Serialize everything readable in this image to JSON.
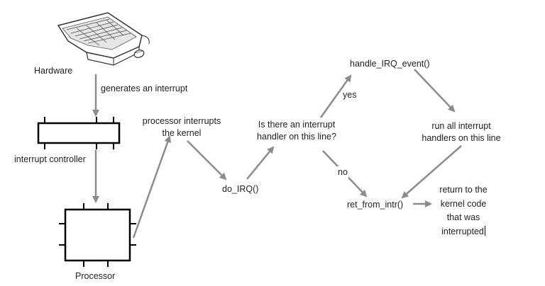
{
  "labels": {
    "hardware": "Hardware",
    "generates": "generates an interrupt",
    "interrupt_controller": "interrupt controller",
    "processor": "Processor",
    "processor_interrupts": [
      "processor interrupts",
      "the kernel"
    ],
    "do_irq": "do_IRQ()",
    "is_there": [
      "Is there an interrupt",
      "handler on this line?"
    ],
    "yes": "yes",
    "no": "no",
    "handle_irq_event": "handle_IRQ_event()",
    "run_all": [
      "run all interrupt",
      "handlers on this line"
    ],
    "ret_from_intr": "ret_from_intr()",
    "return_to": [
      "return to  the",
      "kernel code",
      "that was",
      "interrupted"
    ]
  },
  "icons": [
    "keyboard-icon",
    "mouse-icon"
  ],
  "colors": {
    "arrow": "#8c8c8c",
    "box": "#000000",
    "text": "#222222"
  }
}
